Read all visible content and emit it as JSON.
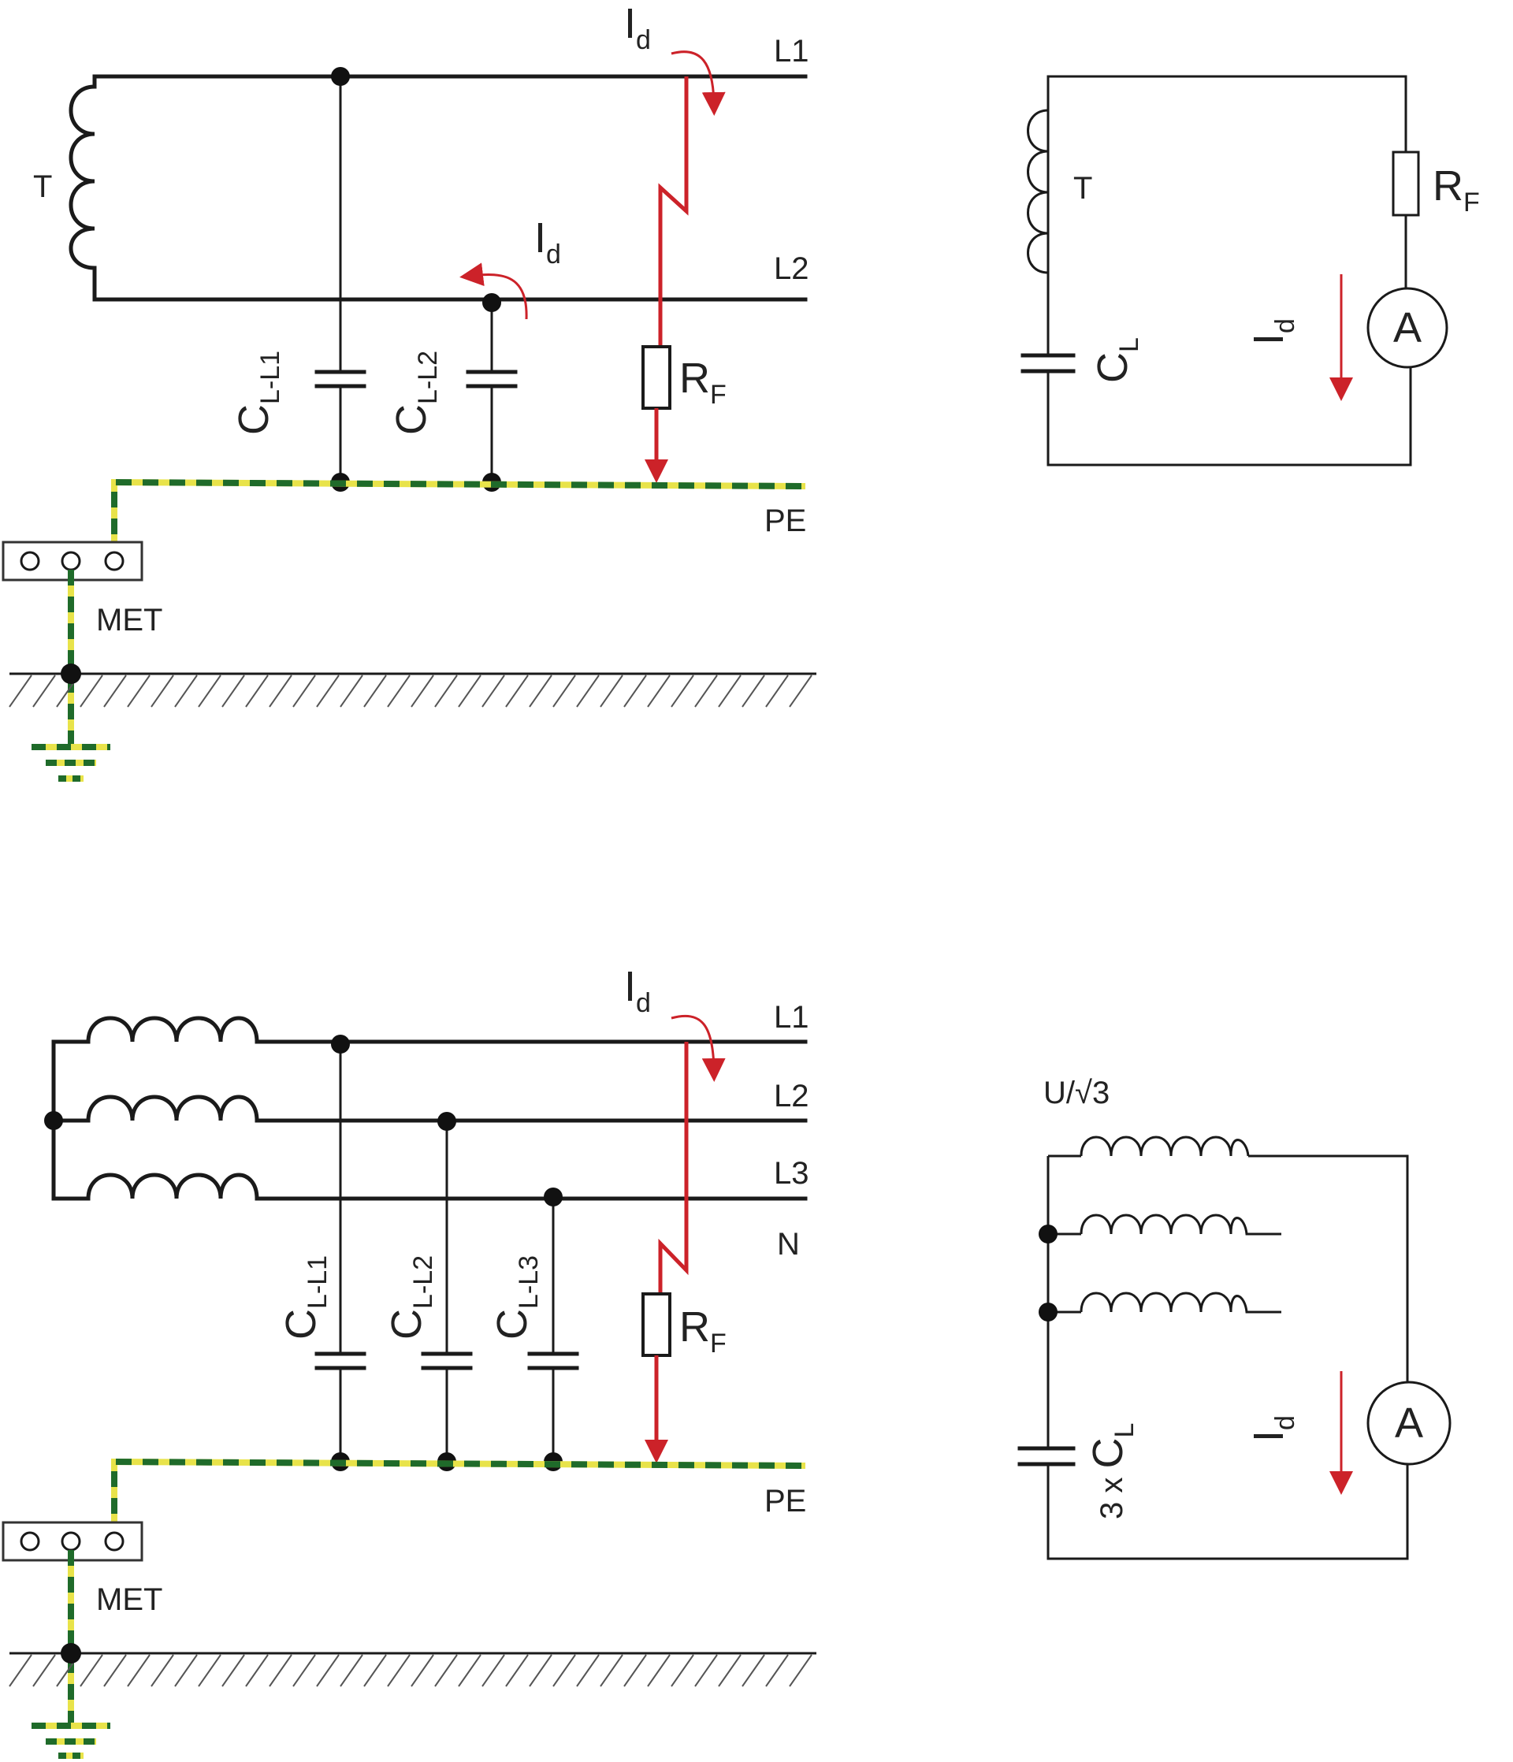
{
  "labels": {
    "line_l1": "L1",
    "line_l2": "L2",
    "line_l3": "L3",
    "neutral": "N",
    "protective_earth": "PE",
    "main_earth_terminal": "MET",
    "transformer": "T",
    "fault_current_main": "I",
    "fault_current_sub": "d",
    "fault_resistance_main": "R",
    "fault_resistance_sub": "F",
    "capacitance_main": "C",
    "cap_l_l1_sub": "L-L1",
    "cap_l_l2_sub": "L-L2",
    "cap_l_l3_sub": "L-L3",
    "cap_equiv_sub": "L",
    "cap_triple_prefix": "3 x ",
    "ammeter": "A",
    "phase_voltage": "U/√3"
  },
  "colors": {
    "conductor": "#1a1a1a",
    "fault_current": "#cc2229",
    "pe_yellow": "#e8e34a",
    "pe_green": "#1f6b2a"
  }
}
